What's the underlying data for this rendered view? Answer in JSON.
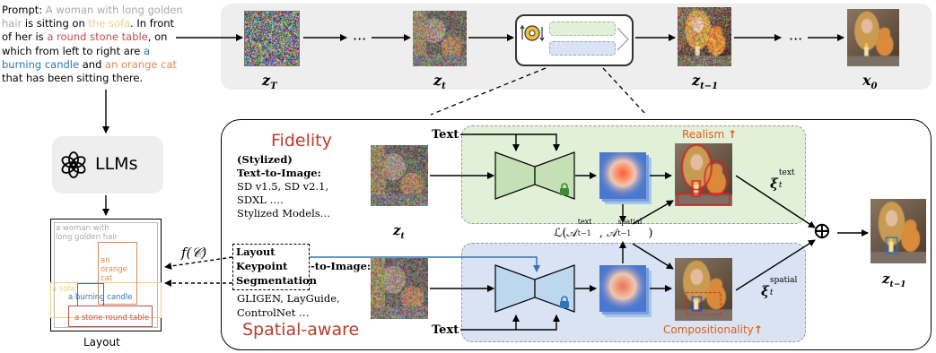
{
  "prompt": {
    "lines": [
      [
        {
          "t": "Prompt: ",
          "c": "#000000"
        },
        {
          "t": "A woman with long golden",
          "c": "#aaaaaa"
        }
      ],
      [
        {
          "t": "hair",
          "c": "#aaaaaa"
        },
        {
          "t": " is sitting on ",
          "c": "#000000"
        },
        {
          "t": "the sofa",
          "c": "#f0d080"
        },
        {
          "t": ". In front",
          "c": "#000000"
        }
      ],
      [
        {
          "t": "of her is ",
          "c": "#000000"
        },
        {
          "t": "a round stone table",
          "c": "#c0504d"
        },
        {
          "t": ", on",
          "c": "#000000"
        }
      ],
      [
        {
          "t": "which from left to right are ",
          "c": "#000000"
        },
        {
          "t": "a",
          "c": "#2e75b6"
        }
      ],
      [
        {
          "t": "burning candle",
          "c": "#2e75b6"
        },
        {
          "t": " and ",
          "c": "#000000"
        },
        {
          "t": "an orange cat",
          "c": "#e08a50"
        }
      ],
      [
        {
          "t": "that has been sitting there.",
          "c": "#000000"
        }
      ]
    ]
  },
  "top_labels": {
    "zT": "z",
    "zT_sub": "T",
    "zt": "z",
    "zt_sub": "t",
    "zt1": "z",
    "zt1_sub": "t−1",
    "x0": "x",
    "x0_sub": "0",
    "dots1": "···",
    "dots2": "···"
  },
  "llms_label": "LLMs",
  "layout": {
    "caption": "Layout",
    "woman": "a woman with long golden hair",
    "cat": "an orange cat",
    "sofa": "a sofa",
    "candle": "a burning candle",
    "table": "a stone round table",
    "f_of_c": "f(𝒞)"
  },
  "fidelity": {
    "title": "Fidelity",
    "stylized": "(Stylized)",
    "t2i": "Text-to-Image:",
    "models_1": "SD v1.5, SD v2.1,",
    "models_2": "SDXL ….",
    "models_3": "Stylized Models…"
  },
  "spatial": {
    "title": "Spatial-aware",
    "layout": "Layout",
    "keypoint": "Keypoint",
    "segmentation": "Segmentation",
    "to_image": "-to-Image:",
    "models_1": "GLIGEN, LayGuide,",
    "models_2": "ControlNet …"
  },
  "detail": {
    "text_top": "Text",
    "text_bottom": "Text",
    "zt": "z",
    "zt_sub": "t",
    "realism": "Realism",
    "realism_arrow": "↑",
    "compositionality": "Compositionality",
    "compositionality_arrow": "↑",
    "loss": "ℒ(𝒜",
    "loss_text_sup": "text",
    "loss_text_sub": "t−1",
    "loss_sep": ", 𝒜",
    "loss_spatial_sup": "spatial",
    "loss_spatial_sub": "t−1",
    "loss_close": ")",
    "xi": "ξ",
    "xi_text_sup": "text",
    "xi_text_sub": "t",
    "xi_spatial_sup": "spatial",
    "xi_spatial_sub": "t",
    "oplus": "⊕",
    "out": "z",
    "out_sub": "t−1"
  },
  "colors": {
    "green_panel": "#e2f0d9",
    "blue_panel": "#dae3f3",
    "top_band": "#eeeeee",
    "red_title": "#c0392b",
    "orange": "#e0601a",
    "unet_green": "#c5e0b4",
    "unet_blue": "#bdd7ee"
  }
}
